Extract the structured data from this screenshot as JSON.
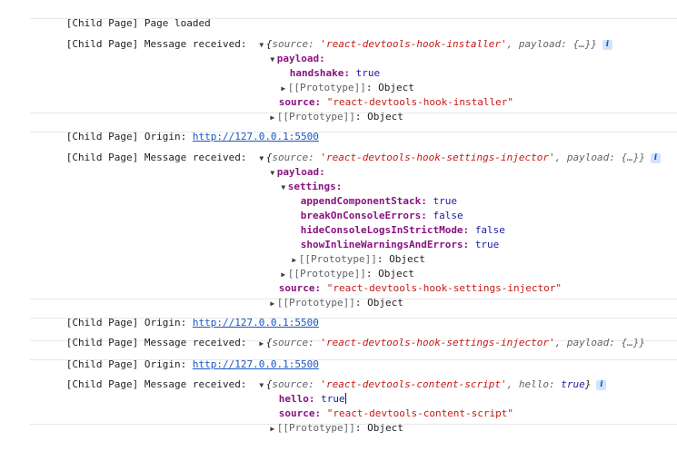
{
  "prefix": "[Child Page]",
  "messages": {
    "loaded": "Page loaded",
    "received": "Message received:",
    "origin": "Origin:"
  },
  "origin_url": "http://127.0.0.1:5500",
  "proto_label": "[[Prototype]]",
  "proto_value": "Object",
  "info_icon": "i",
  "obj1": {
    "summary_open": "{",
    "summary_source_key": "source:",
    "summary_source_val": "'react-devtools-hook-installer'",
    "summary_payload": ", payload: {…}}",
    "payload_key": "payload:",
    "handshake_key": "handshake:",
    "handshake_val": "true",
    "source_key": "source:",
    "source_val": "\"react-devtools-hook-installer\""
  },
  "obj2": {
    "summary_open": "{",
    "summary_source_key": "source:",
    "summary_source_val": "'react-devtools-hook-settings-injector'",
    "summary_payload": ", payload: {…}}",
    "payload_key": "payload:",
    "settings_key": "settings:",
    "settings": [
      {
        "key": "appendComponentStack:",
        "val": "true"
      },
      {
        "key": "breakOnConsoleErrors:",
        "val": "false"
      },
      {
        "key": "hideConsoleLogsInStrictMode:",
        "val": "false"
      },
      {
        "key": "showInlineWarningsAndErrors:",
        "val": "true"
      }
    ],
    "source_key": "source:",
    "source_val": "\"react-devtools-hook-settings-injector\""
  },
  "obj3": {
    "summary_open": "{",
    "summary_source_key": "source:",
    "summary_source_val": "'react-devtools-hook-settings-injector'",
    "summary_payload": ", payload: {…}}"
  },
  "obj4": {
    "summary_open": "{",
    "summary_source_key": "source:",
    "summary_source_val": "'react-devtools-content-script'",
    "summary_hello": ", hello: ",
    "summary_hello_val": "true",
    "summary_close": "}",
    "hello_key": "hello:",
    "hello_val": "true",
    "source_key": "source:",
    "source_val": "\"react-devtools-content-script\""
  }
}
